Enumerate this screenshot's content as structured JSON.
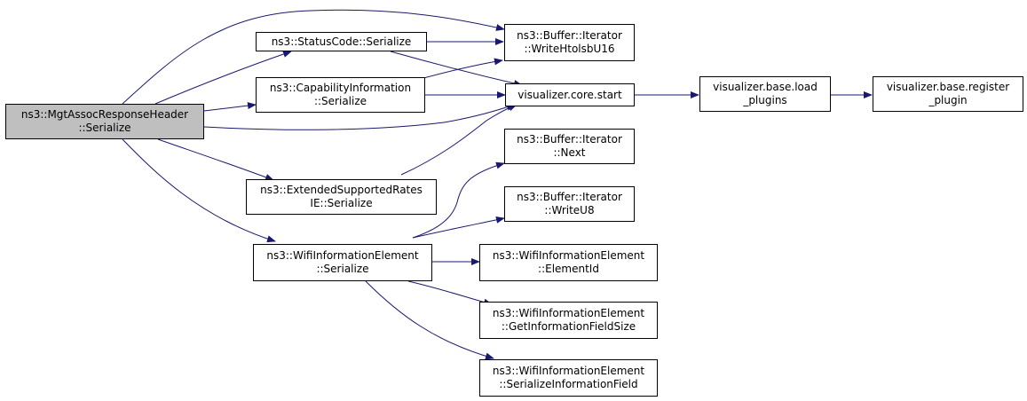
{
  "colors": {
    "edge": "#191970",
    "root_fill": "#bfbfbf",
    "node_fill": "#ffffff",
    "border": "#000000"
  },
  "nodes": {
    "root": [
      "ns3::MgtAssocResponseHeader",
      "::Serialize"
    ],
    "status_code": [
      "ns3::StatusCode::Serialize"
    ],
    "capability_info": [
      "ns3::CapabilityInformation",
      "::Serialize"
    ],
    "ext_rates": [
      "ns3::ExtendedSupportedRates",
      "IE::Serialize"
    ],
    "wifi_ie_serialize": [
      "ns3::WifiInformationElement",
      "::Serialize"
    ],
    "buffer_write_htolsb": [
      "ns3::Buffer::Iterator",
      "::WriteHtolsbU16"
    ],
    "vis_core_start": [
      "visualizer.core.start"
    ],
    "buffer_next": [
      "ns3::Buffer::Iterator",
      "::Next"
    ],
    "buffer_write_u8": [
      "ns3::Buffer::Iterator",
      "::WriteU8"
    ],
    "wifi_element_id": [
      "ns3::WifiInformationElement",
      "::ElementId"
    ],
    "wifi_get_size": [
      "ns3::WifiInformationElement",
      "::GetInformationFieldSize"
    ],
    "wifi_serialize_field": [
      "ns3::WifiInformationElement",
      "::SerializeInformationField"
    ],
    "vis_load_plugins": [
      "visualizer.base.load",
      "_plugins"
    ],
    "vis_register_plugin": [
      "visualizer.base.register",
      "_plugin"
    ]
  }
}
